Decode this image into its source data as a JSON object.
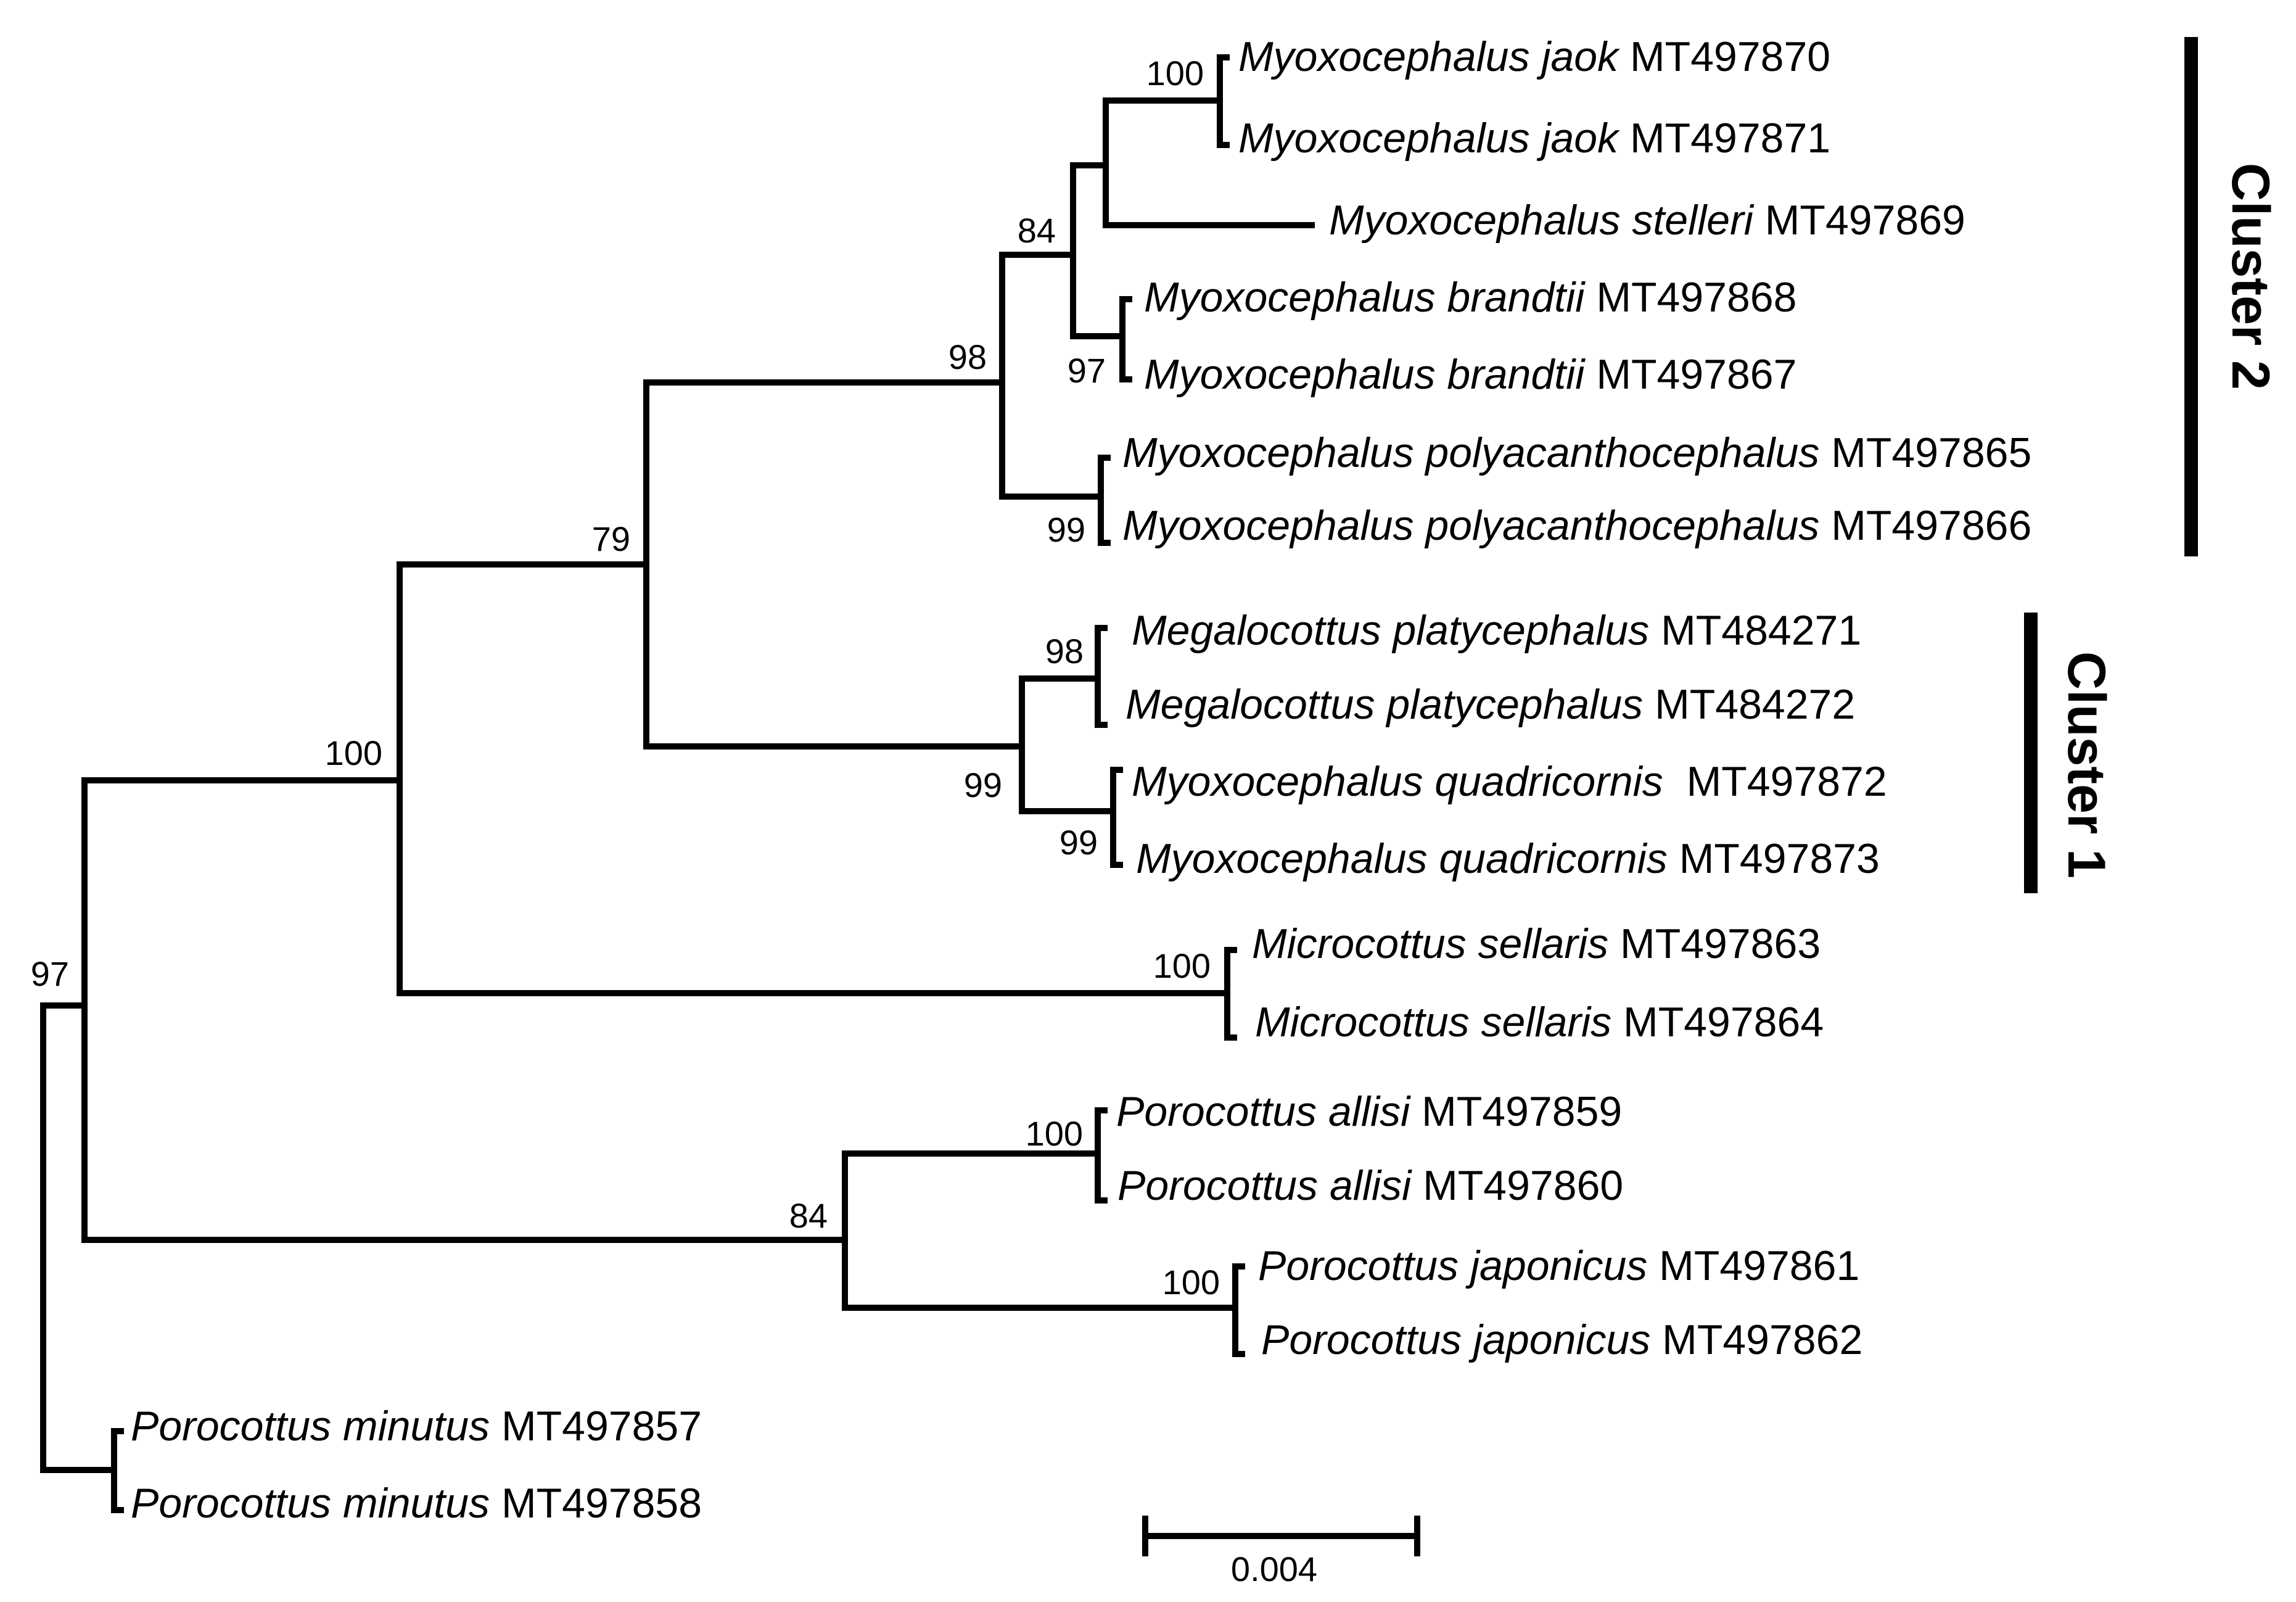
{
  "leaves": [
    {
      "species": "Myoxocephalus jaok",
      "accession": "MT497870"
    },
    {
      "species": "Myoxocephalus jaok",
      "accession": "MT497871"
    },
    {
      "species": "Myoxocephalus stelleri",
      "accession": "MT497869"
    },
    {
      "species": "Myoxocephalus brandtii",
      "accession": "MT497868"
    },
    {
      "species": "Myoxocephalus brandtii",
      "accession": "MT497867"
    },
    {
      "species": "Myoxocephalus polyacanthocephalus",
      "accession": "MT497865"
    },
    {
      "species": "Myoxocephalus polyacanthocephalus",
      "accession": "MT497866"
    },
    {
      "species": "Megalocottus platycephalus",
      "accession": "MT484271"
    },
    {
      "species": "Megalocottus platycephalus",
      "accession": "MT484272"
    },
    {
      "species": "Myoxocephalus quadricornis",
      "accession": "MT497872"
    },
    {
      "species": "Myoxocephalus quadricornis",
      "accession": "MT497873"
    },
    {
      "species": "Microcottus sellaris",
      "accession": "MT497863"
    },
    {
      "species": "Microcottus sellaris",
      "accession": "MT497864"
    },
    {
      "species": "Porocottus allisi",
      "accession": "MT497859"
    },
    {
      "species": "Porocottus allisi",
      "accession": "MT497860"
    },
    {
      "species": "Porocottus japonicus",
      "accession": "MT497861"
    },
    {
      "species": "Porocottus japonicus",
      "accession": "MT497862"
    },
    {
      "species": "Porocottus minutus",
      "accession": "MT497857"
    },
    {
      "species": "Porocottus minutus",
      "accession": "MT497858"
    }
  ],
  "support_values": {
    "jaok": "100",
    "myox_core": "84",
    "brandtii": "97",
    "polyacanthocephalus": "99",
    "cluster2": "98",
    "megalocottus": "98",
    "cluster1": "99",
    "quadricornis": "99",
    "cluster1_2": "79",
    "sellaris": "100",
    "ingroup": "100",
    "allisi": "100",
    "porocottus_pair": "84",
    "japonicus": "100",
    "root_clade": "97"
  },
  "clusters": [
    {
      "label": "Cluster 2"
    },
    {
      "label": "Cluster 1"
    }
  ],
  "scale_bar": {
    "label": "0.004"
  }
}
